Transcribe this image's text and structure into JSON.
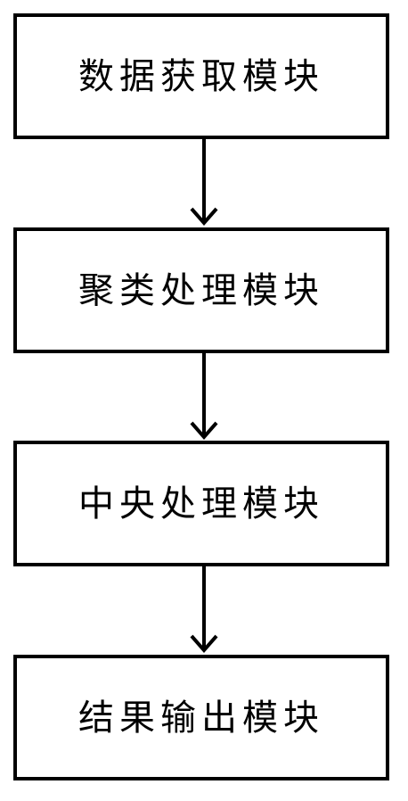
{
  "diagram": {
    "modules": [
      {
        "label": "数据获取模块"
      },
      {
        "label": "聚类处理模块"
      },
      {
        "label": "中央处理模块"
      },
      {
        "label": "结果输出模块"
      }
    ]
  }
}
